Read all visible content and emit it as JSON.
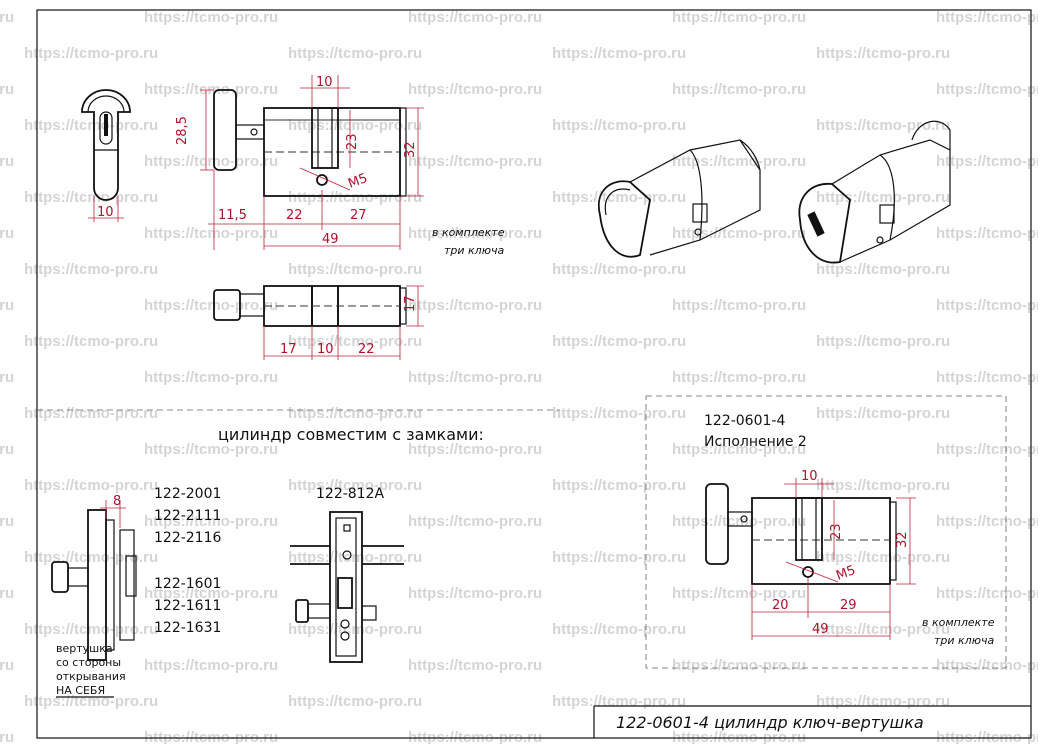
{
  "watermark": "https://tcmo-pro.ru",
  "front_view": {
    "dim_width": "10",
    "dim_height": "28,5"
  },
  "main_view": {
    "dim_cam": "10",
    "dim_23": "23",
    "dim_32": "32",
    "dim_m5": "M5",
    "dim_115": "11,5",
    "dim_22": "22",
    "dim_27": "27",
    "dim_49": "49",
    "note_line1": "в комплекте",
    "note_line2": "три ключа"
  },
  "top_view": {
    "dim_17": "17",
    "dim_17b": "17",
    "dim_10": "10",
    "dim_22": "22"
  },
  "compat": {
    "title": "цилиндр совместим с замками:"
  },
  "lock_group1": {
    "codes": [
      "122-2001",
      "122-2111",
      "122-2116",
      "122-1601",
      "122-1611",
      "122-1631"
    ],
    "dim": "8"
  },
  "turn_note": {
    "lines": [
      "вертушка",
      "со стороны",
      "открывания",
      "НА СЕБЯ"
    ]
  },
  "lock_group2": {
    "code": "122-812А"
  },
  "variant": {
    "code": "122-0601-4",
    "name": "Исполнение 2",
    "dim_10": "10",
    "dim_23": "23",
    "dim_32": "32",
    "dim_m5": "M5",
    "dim_20": "20",
    "dim_29": "29",
    "dim_49": "49",
    "note_line1": "в комплекте",
    "note_line2": "три ключа"
  },
  "title_block": {
    "title": "122-0601-4 цилиндр ключ-вертушка"
  }
}
